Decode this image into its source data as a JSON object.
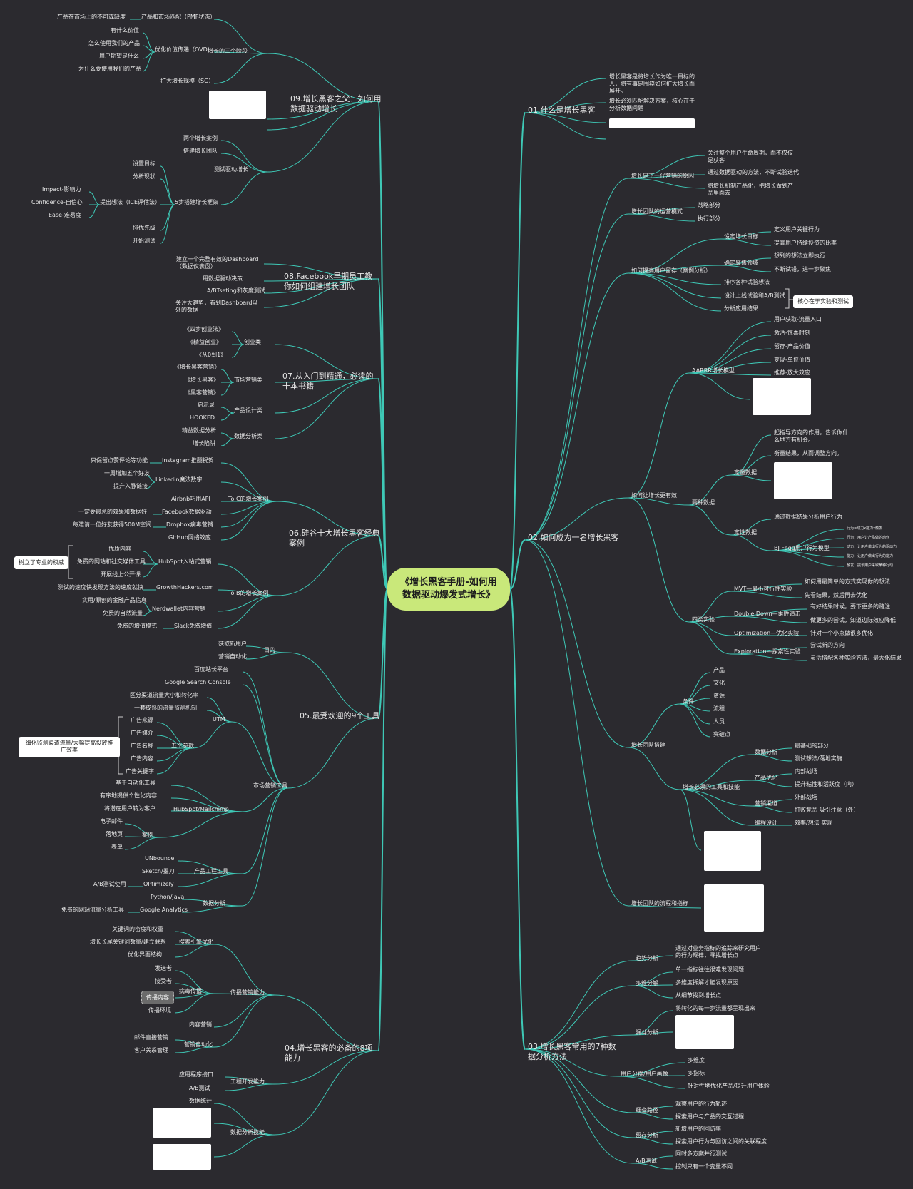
{
  "root": "《增长黑客手册-如何用数据驱动爆发式增长》",
  "colors": {
    "background": "#2b2a2f",
    "line": "#3ec8b6",
    "root_fill": "#c9e87a"
  },
  "s01": {
    "title": "01.什么是增长黑客",
    "n1": "增长黑客是将增长作为唯一目标的人，将有事是围绕如何扩大增长而展开。",
    "n2": "增长必须匹配解决方案，核心在于分析数据问题"
  },
  "s02": {
    "title": "02.如何成为一名增长黑客",
    "why": "增长是下一代营销的原因",
    "why1": "关注整个用户生命周期，而不仅仅是获客",
    "why2": "通过数据驱动的方法，不断试验迭代",
    "why3": "将增长机制产品化，把增长做到产品里面去",
    "ops": "增长团队的运营模式",
    "ops1": "战略部分",
    "ops2": "执行部分",
    "retain": "如何提高用户留存（案例分析）",
    "r1": "设定增长目标",
    "r1a": "定义用户关键行为",
    "r1b": "提高用户持续投资的比率",
    "r2": "确定聚焦领域",
    "r2a": "想到的想法立即执行",
    "r2b": "不断试错，进一步聚焦",
    "r3": "排序各种试验想法",
    "r4": "设计上线试验和A/B测试",
    "r5": "分析应用结果",
    "core": "核心在于实验和测试",
    "eff": "如何让增长更有效",
    "aarrr": "AARRR增长模型",
    "a1": "用户获取-流量入口",
    "a2": "激活-惊喜时刻",
    "a3": "留存-产品价值",
    "a4": "变现-单位价值",
    "a5": "推荐-放大效应",
    "two": "两种数据",
    "quant": "定量数据",
    "q1": "起指导方向的作用，告诉你什么地方有机会。",
    "q2": "衡量结果，从而调整方向。",
    "qual": "定性数据",
    "ql1": "通过数据结果分析用户行为",
    "ql2": "BJ Fogg用户行为模型",
    "fogg1": "行为=动力x能力x触发",
    "fogg2": "行为：用户让产品做的动作",
    "fogg3": "动力：让用户做出行为的驱动力",
    "fogg4": "能力：让用户做出行为的能力",
    "fogg5": "触发：提示用户采取某种行动",
    "four": "四类实验",
    "mvt": "MVT—最小可行性实验",
    "mvt1": "如何用最简单的方式实现你的想法",
    "mvt2": "先看结果，然后再去优化",
    "dd": "Double Down—乘胜追击",
    "dd1": "有好结果时候，要下更多的赌注",
    "dd2": "做更多的尝试，知道边际效应降低",
    "opt": "Optimization—优化实验",
    "opt1": "针对一个小点做很多优化",
    "exp": "Exploration—探索性实验",
    "exp1": "尝试新的方向",
    "exp2": "灵活搭配各种实验方法，最大化结果",
    "team": "增长团队搭建",
    "cond": "条件",
    "c1": "产品",
    "c2": "文化",
    "c3": "资源",
    "c4": "流程",
    "c5": "人员",
    "c6": "突破点",
    "tools": "增长必须的工具和技能",
    "t1": "数据分析",
    "t1a": "最基础的部分",
    "t1b": "测试想法/落地实施",
    "t2": "产品优化",
    "t2a": "内部战场",
    "t2b": "提升粘性和活跃度（内）",
    "t3": "营销渠道",
    "t3a": "外部战场",
    "t3b": "打败竞品 吸引注意（外）",
    "t4": "编程设计",
    "t4a": "效率/想法 实现",
    "flow": "增长团队的流程和指标"
  },
  "s03": {
    "title": "03.增长黑客常用的7种数据分析方法",
    "trend": "趋势分析",
    "trend1": "通过对业务指标的追踪来研究用户的行为规律，寻找增长点",
    "multi": "多维分解",
    "m1": "单一指标往往很难发现问题",
    "m2": "多维度拆解才能发现原因",
    "m3": "从细节找到增长点",
    "funnel": "漏斗分析",
    "f1": "将转化的每一步流量都呈现出来",
    "profile": "用户分群/用户画像",
    "p1": "多维度",
    "p2": "多指标",
    "p3": "针对性地优化产品/提升用户体验",
    "path": "细查路径",
    "pa1": "观察用户的行为轨迹",
    "pa2": "探索用户与产品的交互过程",
    "ret": "留存分析",
    "re1": "新增用户的回访率",
    "re2": "探索用户行为与回访之间的关联程度",
    "ab": "A/B测试",
    "ab1": "同时多方案并行测试",
    "ab2": "控制只有一个变量不同"
  },
  "s04": {
    "title": "04.增长黑客的必备的8项能力",
    "spread": "传播营销能力",
    "seo": "搜索引擎优化",
    "seo1": "关键词的密度和权重",
    "seo2": "增长长尾关键词数量/建立联系",
    "seo3": "优化界面结构",
    "viral": "病毒传播",
    "v1": "发送者",
    "v2": "接受者",
    "v3": "传播内容",
    "v4": "传播环境",
    "content": "内容营销",
    "auto": "营销自动化",
    "au1": "邮件直接营销",
    "au2": "客户关系管理",
    "eng": "工程开发能力",
    "e1": "应用程序接口",
    "e2": "A/B测试",
    "data": "数据分析技能",
    "d1": "数据统计"
  },
  "s05": {
    "title": "05.最受欢迎的9个工具",
    "goal": "目的",
    "g1": "获取新用户",
    "g2": "营销自动化",
    "mkt": "市场营销工具",
    "baidu": "百度站长平台",
    "gsc": "Google Search Console",
    "utm": "UTM",
    "u1": "区分渠道流量大小和转化率",
    "u2": "一套成熟的流量监测机制",
    "five": "五个参数",
    "fp1": "广告来源",
    "fp2": "广告媒介",
    "fp3": "广告名称",
    "fp4": "广告内容",
    "fp5": "广告关键字",
    "fivenote": "细化监测渠道流量/大幅提高投放推广效率",
    "hub": "HubSpot/Mailchimp",
    "h1": "基于自动化工具",
    "h2": "有序地提供个性化内容",
    "h3": "将潜在用户转为客户",
    "case": "案例",
    "cs1": "电子邮件",
    "cs2": "落地页",
    "cs3": "表单",
    "prod": "产品工程工具",
    "pr1": "UNbounce",
    "pr2": "Sketch/墨刀",
    "pr3": "OPtimizely",
    "pr3a": "A/B测试使用",
    "da": "数据分析",
    "da1": "Python/Java",
    "da2": "Google Analytics",
    "da2a": "免费的网站流量分析工具"
  },
  "s06": {
    "title": "06.硅谷十大增长黑客经典案例",
    "toc": "To C的增长案例",
    "ins": "Instagram推翻祝贺",
    "ins1": "只保留点赞评论等功能",
    "li": "Linkedin魔法数字",
    "li1": "一周增加五个好友",
    "li2": "提升入脉链接",
    "air": "Airbnb巧用API",
    "fb": "Facebook数据驱动",
    "fb1": "一定要最总的效果和数据好",
    "db": "Dropbox病毒营销",
    "db1": "每邀请一位好友获得500M空间",
    "gh": "GitHub网络效应",
    "tob": "To B的增长案例",
    "hs": "HubSpot入站式营销",
    "hs1": "优质内容",
    "hs2": "免费的网站和社交媒体工具",
    "hs3": "开展线上公开课",
    "auth": "树立了专业的权威",
    "gr": "GrowthHackers.com",
    "gr1": "测试的速度快发现方法的速度就快",
    "nw": "Nerdwallet内容营销",
    "nw1": "实用/原创的金融产品信息",
    "nw2": "免费的自然流量",
    "sl": "Slack免费增值",
    "sl1": "免费的增值模式"
  },
  "s07": {
    "title": "07.从入门到精通，必读的十本书籍",
    "startup": "创业类",
    "b1": "《四步创业法》",
    "b2": "《精益创业》",
    "b3": "《从0到1》",
    "market": "市场营销类",
    "b4": "《增长黑客营销》",
    "b5": "《增长黑客》",
    "b6": "《黑客营销》",
    "design": "产品设计类",
    "b7": "启示录",
    "b8": "HOOKED",
    "analysis": "数据分析类",
    "b9": "精益数据分析",
    "b10": "增长陷阱"
  },
  "s08": {
    "title": "08.Facebook早期员工教你如何组建增长团队",
    "n1": "建立一个完整有效的Dashboard（数据仪表盘）",
    "n2": "用数据驱动决策",
    "n3": "A/BTseting和灰度测试",
    "n4": "关注大趋势，看到Dashboard以外的数据"
  },
  "s09": {
    "title": "09.增长黑客之父：如何用数据驱动增长",
    "stages": "增长的三个阶段",
    "pmf": "产品和市场匹配（PMF状态）",
    "pmf1": "产品在市场上的不可或缺度",
    "ovd": "优化价值传递（OVD）",
    "o1": "有什么价值",
    "o2": "怎么使用我们的产品",
    "o3": "用户期望是什么",
    "o4": "为什么要使用我们的产品",
    "sg": "扩大增长规模（SG）",
    "test": "测试驱动增长",
    "t1": "两个增长案例",
    "t2": "搭建增长团队",
    "five": "5步搭建增长框架",
    "f1": "设置目标",
    "f2": "分析现状",
    "f3": "提出想法（ICE评估法）",
    "ice1": "Impact-影响力",
    "ice2": "Confidence-自信心",
    "ice3": "Ease-难易度",
    "f4": "排优先级",
    "f5": "开始测试"
  }
}
